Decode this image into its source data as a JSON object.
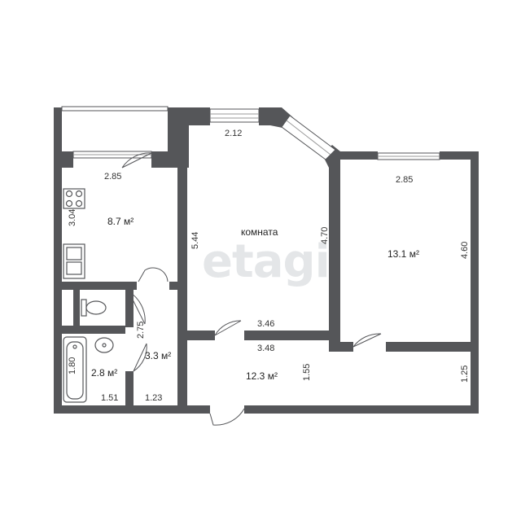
{
  "watermark": "etagi",
  "rooms": {
    "room_name": "комната",
    "main_room_area": "",
    "bedroom_area": "13.1 м²",
    "kitchen_area": "8.7 м²",
    "hall_area": "12.3 м²",
    "bathroom_area": "2.8 м²",
    "wc_area": "3.3 м²"
  },
  "dimensions": {
    "balcony_width": "2.85",
    "kitchen_height": "3.04",
    "room_top": "2.12",
    "room_left": "5.44",
    "room_right": "4.70",
    "room_bottom": "3.46",
    "bedroom_top": "2.85",
    "bedroom_right": "4.60",
    "hall_top": "3.48",
    "hall_mid": "1.55",
    "hall_right": "1.25",
    "wc_height": "2.75",
    "bath_height": "1.80",
    "bath_width": "1.51",
    "wc_width": "1.23"
  }
}
